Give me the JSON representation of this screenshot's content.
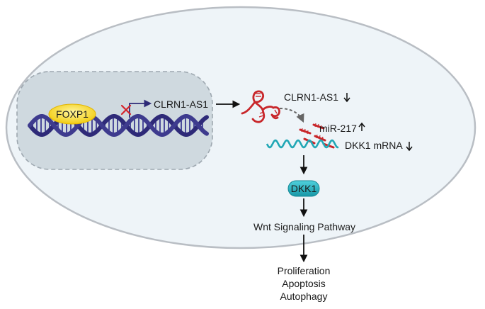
{
  "diagram": {
    "labels": {
      "foxp1": "FOXP1",
      "clrn1_as1_gene": "CLRN1-AS1",
      "clrn1_as1_level": "CLRN1-AS1",
      "clrn1_as1_arrow": "↓",
      "mir217": "miR-217",
      "mir217_arrow": "↑",
      "dkk1_mrna": "DKK1 mRNA",
      "dkk1_mrna_arrow": "↓",
      "dkk1_protein": "DKK1",
      "pathway": "Wnt Signaling Pathway",
      "outcomes": [
        "Proliferation",
        "Apoptosis",
        "Autophagy"
      ]
    },
    "colors": {
      "cell_fill": "#eef4f8",
      "cell_stroke": "#b9bec4",
      "nucleus_fill": "#cfd9df",
      "nucleus_stroke": "#9ea8b0",
      "dna": "#2e2a78",
      "dna_light": "#5553a3",
      "foxp1_fill": "#f7da2a",
      "rna_red": "#c8262a",
      "mrna_teal": "#21a7b5",
      "dkk1_fill": "#22b1bf",
      "block_x": "#d4232a"
    }
  }
}
